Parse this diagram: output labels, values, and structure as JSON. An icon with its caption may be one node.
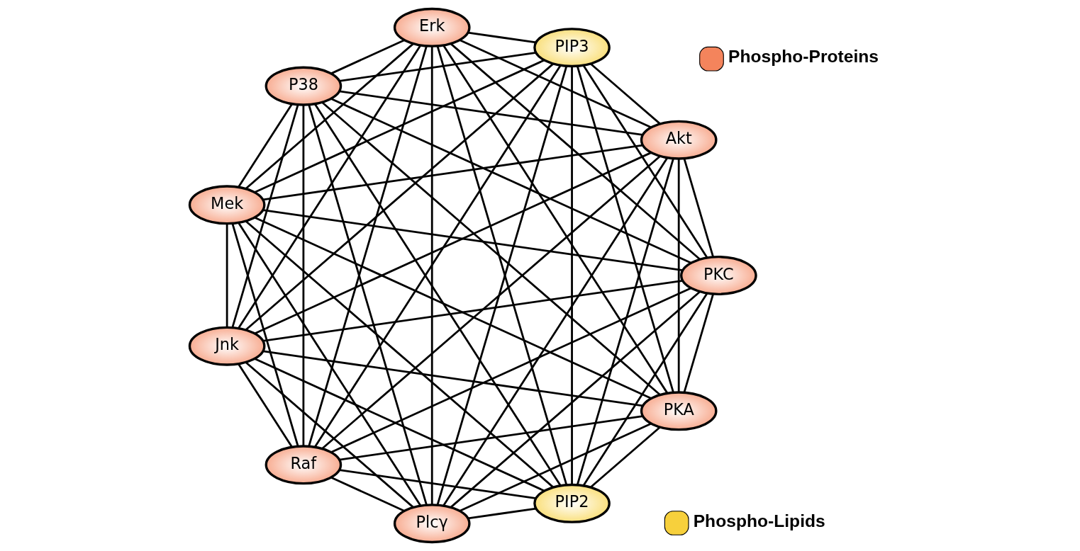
{
  "diagram": {
    "nodes": [
      {
        "text": [
          "PKA"
        ]
      },
      {
        "text": [
          "PKC"
        ]
      },
      {
        "text": [
          "Plcγ"
        ]
      },
      {
        "text": [
          "Raf"
        ]
      },
      {
        "text": [
          "Jnk"
        ]
      },
      {
        "text": [
          "Mek"
        ]
      },
      {
        "text": [
          "P38"
        ]
      },
      {
        "text": [
          "Erk"
        ]
      },
      {
        "text": [
          "PIP3"
        ]
      },
      {
        "text": [
          "Akt"
        ]
      },
      {
        "text": [
          "PIP2"
        ]
      }
    ],
    "edges": [
      {
        "from": 0,
        "to": 1,
        "arrow": "none"
      },
      {
        "from": 1,
        "to": 3,
        "arrow": "none"
      },
      {
        "from": 3,
        "to": 5,
        "arrow": "none"
      },
      {
        "from": 5,
        "to": 7,
        "arrow": "none"
      },
      {
        "from": 7,
        "to": 9,
        "arrow": "none"
      },
      {
        "from": 9,
        "to": 10,
        "arrow": "none"
      },
      {
        "from": 10,
        "to": 8,
        "arrow": "none"
      },
      {
        "from": 8,
        "to": 6,
        "arrow": "none"
      },
      {
        "from": 6,
        "to": 4,
        "arrow": "none"
      },
      {
        "from": 4,
        "to": 2,
        "arrow": "none"
      },
      {
        "from": 2,
        "to": 0,
        "arrow": "none"
      },
      {
        "from": 0,
        "to": 3,
        "arrow": "none"
      },
      {
        "from": 0,
        "to": 4,
        "arrow": "none"
      },
      {
        "from": 0,
        "to": 5,
        "arrow": "none"
      },
      {
        "from": 0,
        "to": 6,
        "arrow": "none"
      },
      {
        "from": 0,
        "to": 7,
        "arrow": "none"
      },
      {
        "from": 0,
        "to": 8,
        "arrow": "none"
      },
      {
        "from": 0,
        "to": 9,
        "arrow": "none"
      },
      {
        "from": 0,
        "to": 10,
        "arrow": "none"
      },
      {
        "from": 1,
        "to": 2,
        "arrow": "none"
      },
      {
        "from": 1,
        "to": 4,
        "arrow": "none"
      },
      {
        "from": 1,
        "to": 5,
        "arrow": "none"
      },
      {
        "from": 1,
        "to": 6,
        "arrow": "none"
      },
      {
        "from": 1,
        "to": 7,
        "arrow": "none"
      },
      {
        "from": 1,
        "to": 8,
        "arrow": "none"
      },
      {
        "from": 1,
        "to": 9,
        "arrow": "none"
      },
      {
        "from": 1,
        "to": 10,
        "arrow": "none"
      },
      {
        "from": 2,
        "to": 3,
        "arrow": "none"
      },
      {
        "from": 2,
        "to": 5,
        "arrow": "none"
      },
      {
        "from": 2,
        "to": 6,
        "arrow": "none"
      },
      {
        "from": 2,
        "to": 7,
        "arrow": "none"
      },
      {
        "from": 2,
        "to": 8,
        "arrow": "none"
      },
      {
        "from": 2,
        "to": 9,
        "arrow": "none"
      },
      {
        "from": 2,
        "to": 10,
        "arrow": "none"
      },
      {
        "from": 3,
        "to": 4,
        "arrow": "none"
      },
      {
        "from": 3,
        "to": 6,
        "arrow": "none"
      },
      {
        "from": 3,
        "to": 7,
        "arrow": "none"
      },
      {
        "from": 3,
        "to": 8,
        "arrow": "none"
      },
      {
        "from": 3,
        "to": 9,
        "arrow": "none"
      },
      {
        "from": 3,
        "to": 10,
        "arrow": "none"
      },
      {
        "from": 4,
        "to": 5,
        "arrow": "none"
      },
      {
        "from": 4,
        "to": 7,
        "arrow": "none"
      },
      {
        "from": 4,
        "to": 8,
        "arrow": "none"
      },
      {
        "from": 4,
        "to": 9,
        "arrow": "none"
      },
      {
        "from": 4,
        "to": 10,
        "arrow": "none"
      },
      {
        "from": 5,
        "to": 6,
        "arrow": "none"
      },
      {
        "from": 5,
        "to": 8,
        "arrow": "none"
      },
      {
        "from": 5,
        "to": 9,
        "arrow": "none"
      },
      {
        "from": 5,
        "to": 10,
        "arrow": "none"
      },
      {
        "from": 6,
        "to": 7,
        "arrow": "none"
      },
      {
        "from": 6,
        "to": 9,
        "arrow": "none"
      },
      {
        "from": 6,
        "to": 10,
        "arrow": "none"
      },
      {
        "from": 7,
        "to": 8,
        "arrow": "none"
      },
      {
        "from": 7,
        "to": 10,
        "arrow": "none"
      },
      {
        "from": 8,
        "to": 9,
        "arrow": "none"
      }
    ],
    "legend": [
      {
        "text": "Phospho-Proteins",
        "color": "#f4845c"
      },
      {
        "text": "Phospho-Lipids",
        "color": "#f7d03c"
      }
    ]
  }
}
